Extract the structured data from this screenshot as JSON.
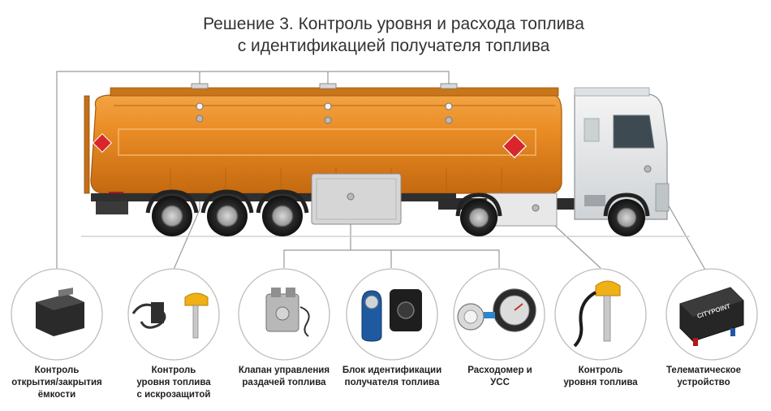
{
  "title": {
    "line1": "Решение 3. Контроль уровня и расхода топлива",
    "line2": "с идентификацией получателя топлива"
  },
  "components": [
    {
      "id": "lid-control",
      "lines": [
        "Контроль",
        "открытия/закрытия",
        "ёмкости"
      ],
      "icon": "lid-sensor-icon"
    },
    {
      "id": "level-spark",
      "lines": [
        "Контроль",
        "уровня топлива",
        "с искрозащитой"
      ],
      "icon": "spark-protected-level-sensor-icon"
    },
    {
      "id": "valve",
      "lines": [
        "Клапан управления",
        "раздачей топлива"
      ],
      "icon": "dispensing-valve-icon"
    },
    {
      "id": "id-unit",
      "lines": [
        "Блок идентификации",
        "получателя топлива"
      ],
      "icon": "identification-key-icon"
    },
    {
      "id": "flowmeter",
      "lines": [
        "Расходомер и",
        "УСС"
      ],
      "icon": "flowmeter-icon"
    },
    {
      "id": "level",
      "lines": [
        "Контроль",
        "уровня топлива"
      ],
      "icon": "level-sensor-icon"
    },
    {
      "id": "telematics",
      "lines": [
        "Телематическое",
        "устройство"
      ],
      "icon": "telematics-device-icon"
    }
  ],
  "device_brand": "CITYPOINT",
  "colors": {
    "tank": "#e98a22",
    "tank_dark": "#c96e12",
    "circle_border": "#bdbdbd",
    "line": "#9a9a9a",
    "hazard": "#d8262b"
  }
}
